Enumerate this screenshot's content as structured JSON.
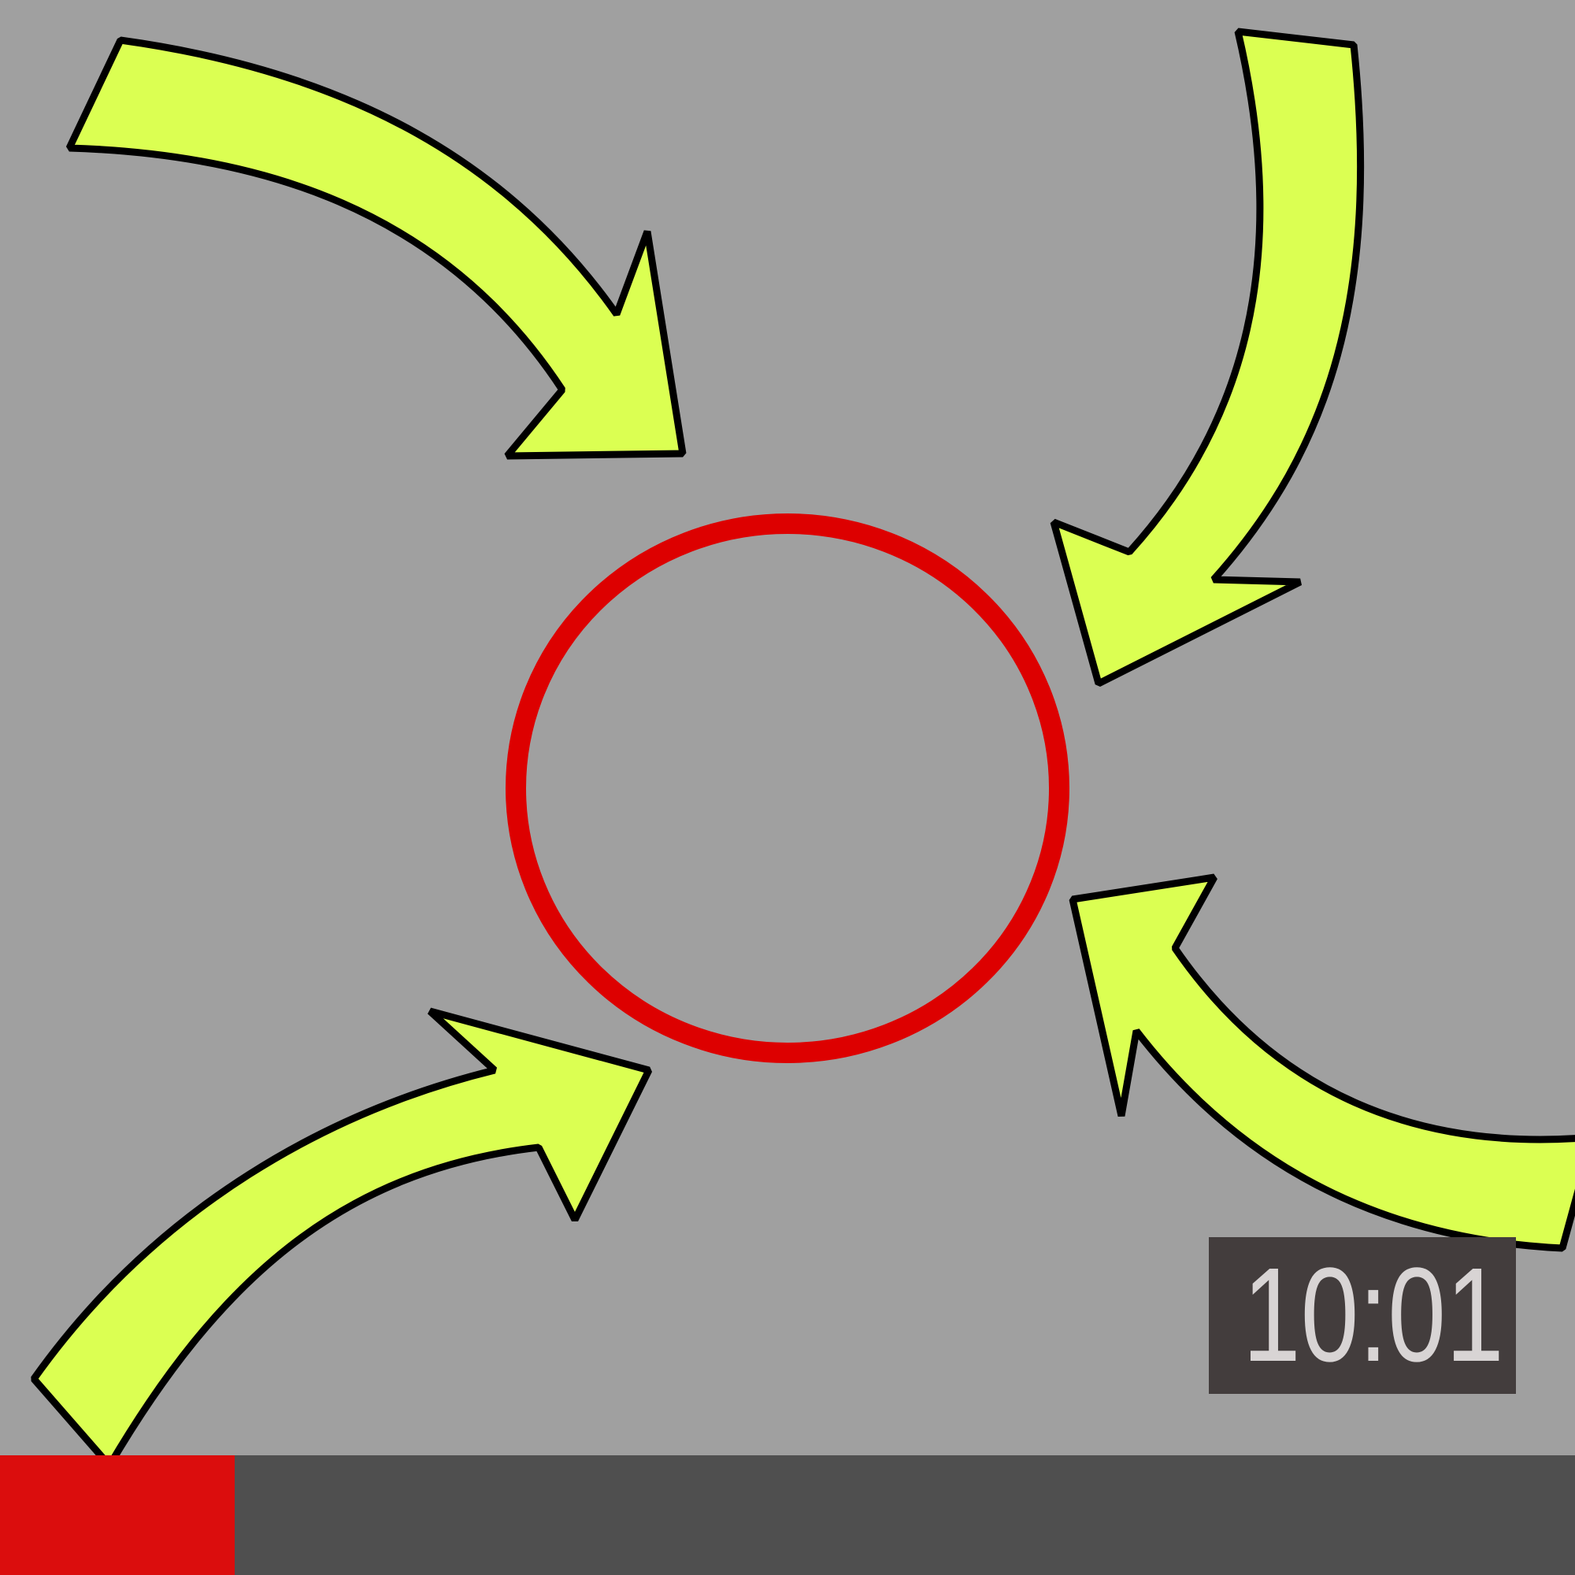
{
  "scene": {
    "background_color": "#a0a0a0",
    "arrow_fill_color": "#dbff52",
    "arrow_stroke_color": "#000000",
    "target_ring_color": "#dd0000",
    "arrows": [
      {
        "name": "arrow-top-left",
        "direction": "inward"
      },
      {
        "name": "arrow-top-right",
        "direction": "inward"
      },
      {
        "name": "arrow-bottom-left",
        "direction": "inward"
      },
      {
        "name": "arrow-bottom-right",
        "direction": "inward"
      }
    ]
  },
  "timer": {
    "text": "10:01",
    "background_color": "#433d3d",
    "text_color": "#d8d4d4"
  },
  "progress": {
    "fraction": 0.149,
    "track_color": "#4f4f4f",
    "fill_color": "#db0d0d"
  }
}
